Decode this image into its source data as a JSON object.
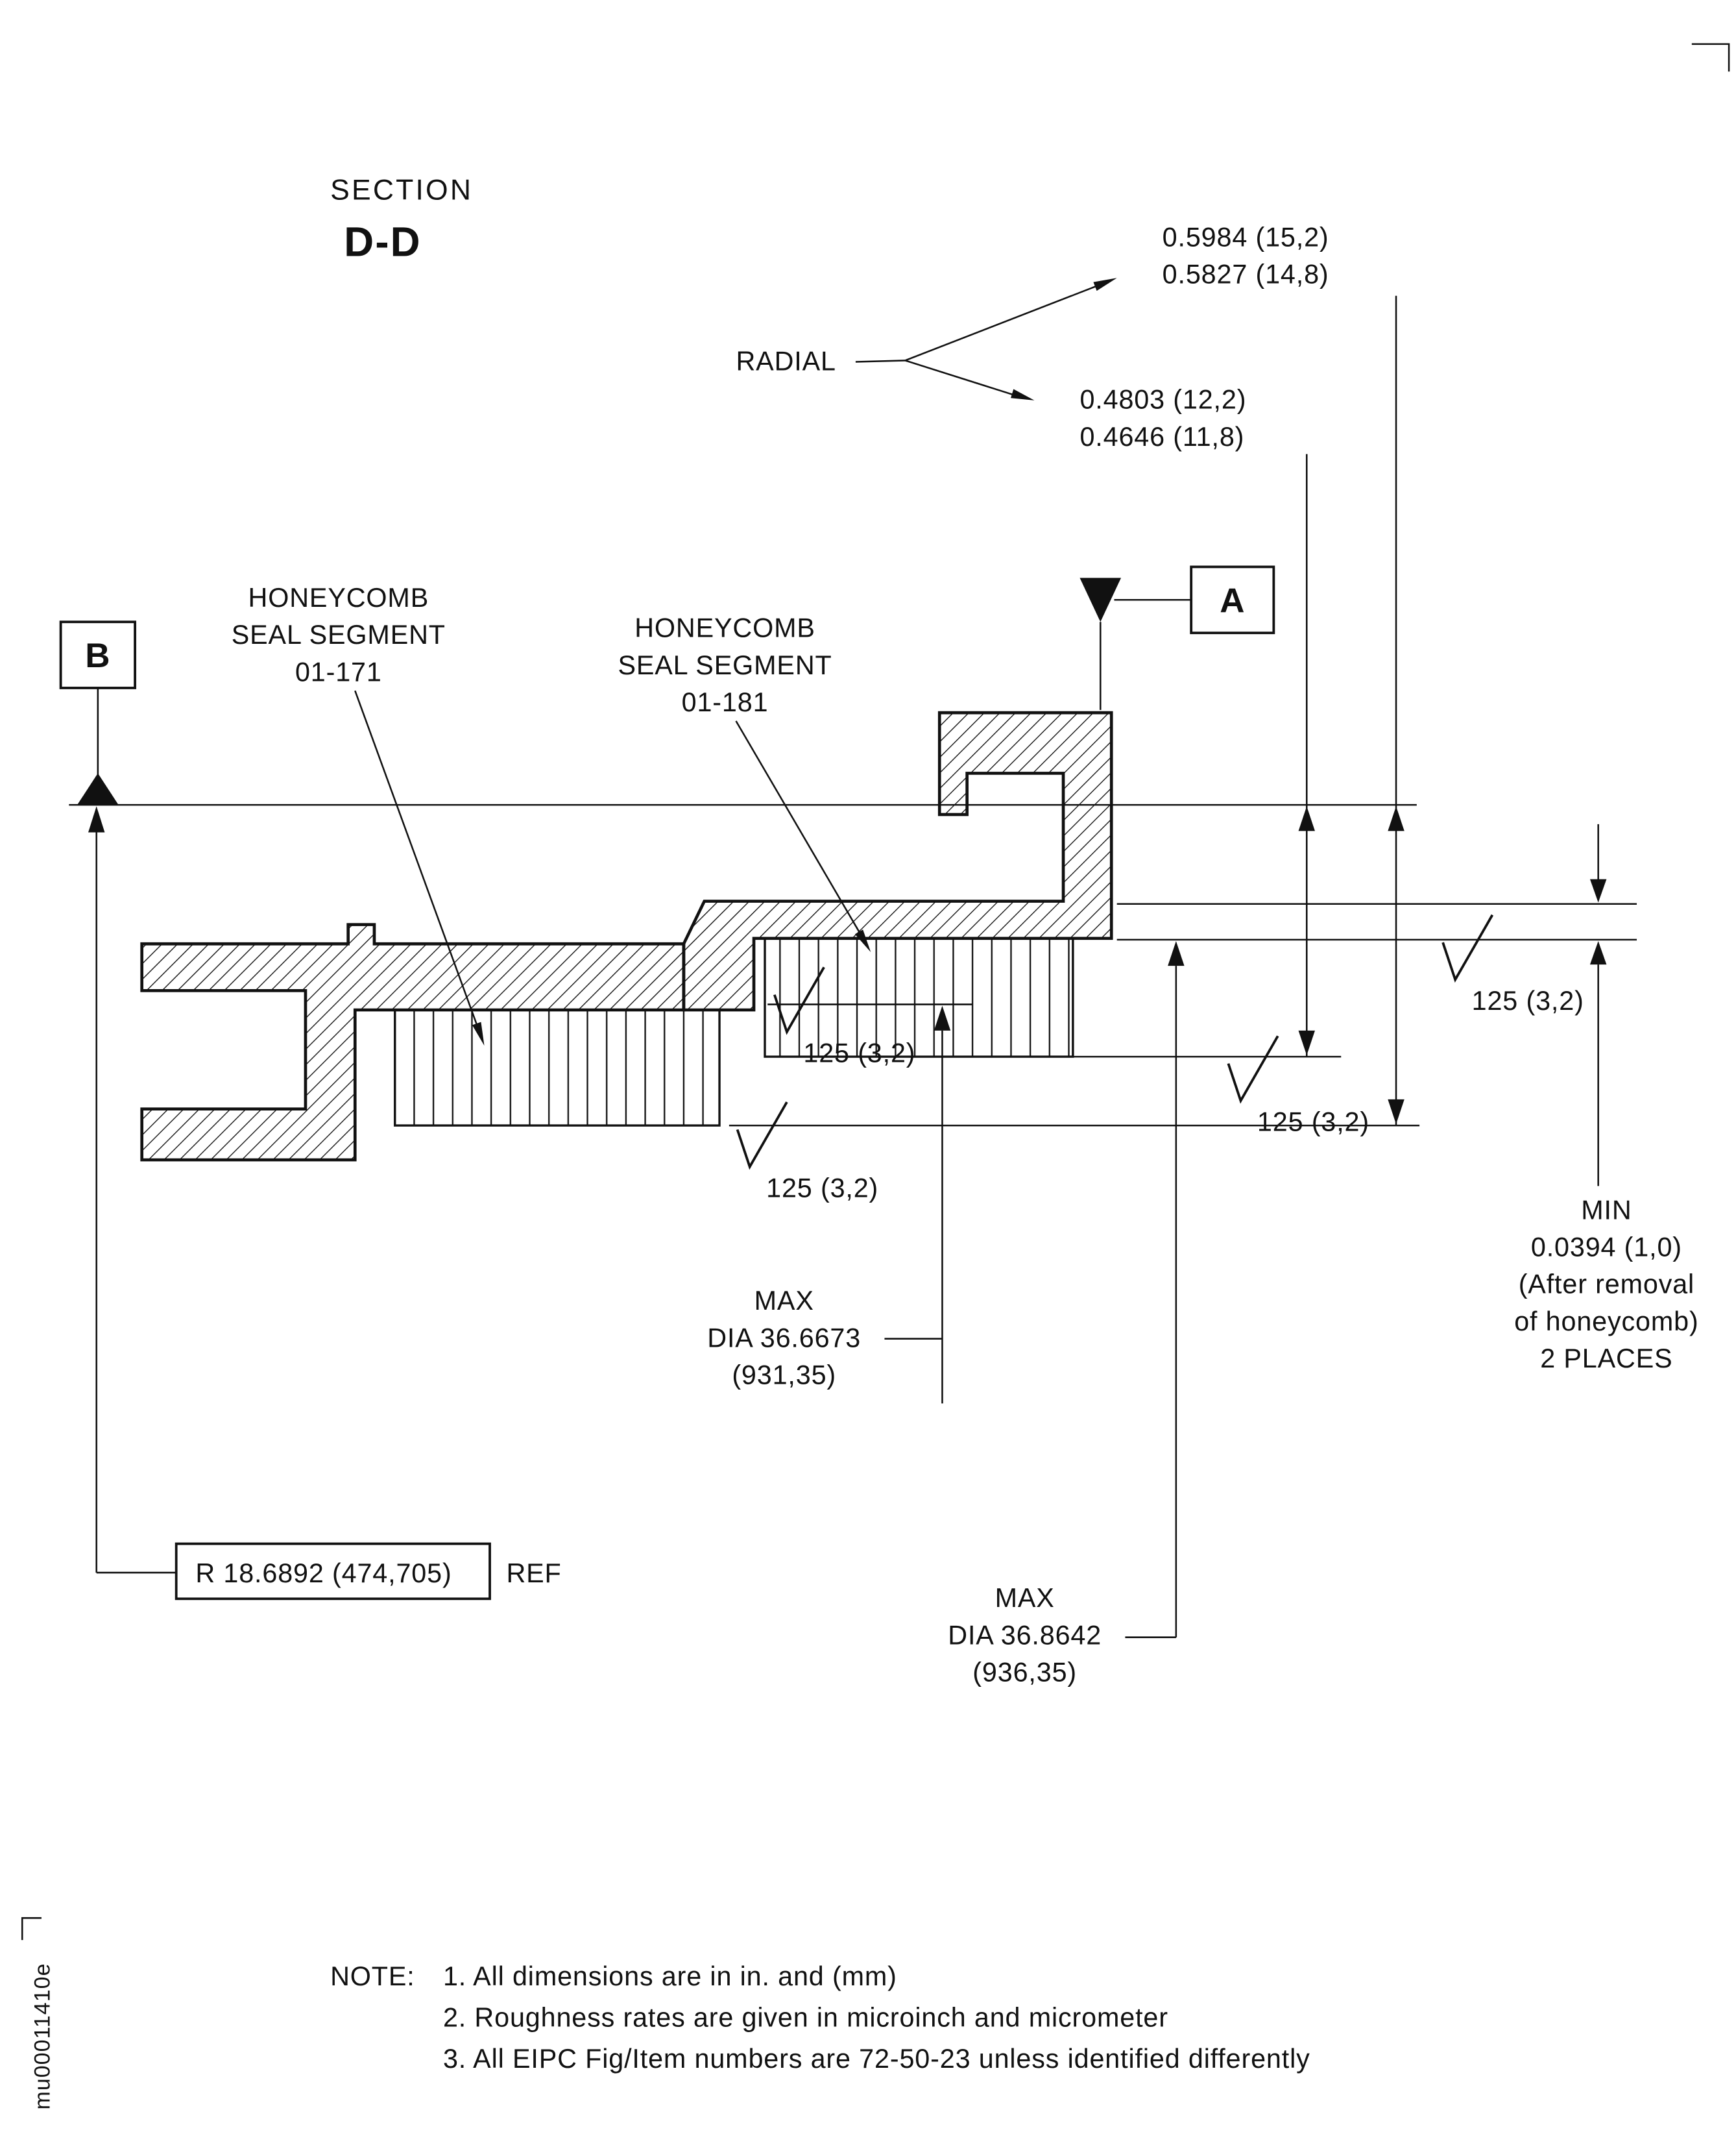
{
  "page": {
    "background": "#ffffff",
    "ink": "#111111"
  },
  "section": {
    "label": "SECTION",
    "id": "D-D"
  },
  "doc_code": "mu00011410e",
  "datum_flags": {
    "a": "A",
    "b": "B"
  },
  "callouts": {
    "radial_label": "RADIAL",
    "radial_outer": {
      "max": "0.5984 (15,2)",
      "min": "0.5827 (14,8)"
    },
    "radial_inner": {
      "max": "0.4803 (12,2)",
      "min": "0.4646 (11,8)"
    },
    "roughness": "125 (3,2)",
    "seal_segment_1": {
      "line1": "HONEYCOMB",
      "line2": "SEAL SEGMENT",
      "line3": "01-171"
    },
    "seal_segment_2": {
      "line1": "HONEYCOMB",
      "line2": "SEAL SEGMENT",
      "line3": "01-181"
    },
    "max_dia_1": {
      "line1": "MAX",
      "line2": "DIA 36.6673",
      "line3": "(931,35)"
    },
    "max_dia_2": {
      "line1": "MAX",
      "line2": "DIA 36.8642",
      "line3": "(936,35)"
    },
    "min_thickness": {
      "line1": "MIN",
      "line2": "0.0394 (1,0)",
      "line3": "(After removal",
      "line4": "of honeycomb)",
      "line5": "2 PLACES"
    },
    "radius_ref": {
      "value": "R 18.6892 (474,705)",
      "suffix": "REF"
    }
  },
  "notes": {
    "label": "NOTE:",
    "items": [
      "1. All dimensions are in in. and (mm)",
      "2. Roughness rates are given in microinch and micrometer",
      "3. All EIPC Fig/Item numbers are 72-50-23 unless identified differently"
    ]
  }
}
